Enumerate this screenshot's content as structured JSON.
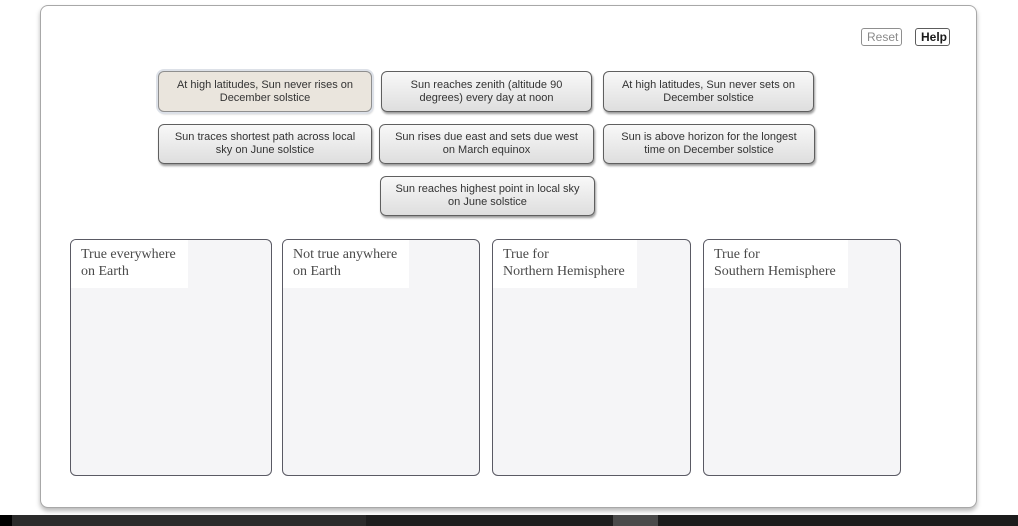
{
  "toolbar": {
    "reset_label": "Reset",
    "help_label": "Help"
  },
  "tiles": [
    {
      "label": "At high latitudes, Sun never rises on December solstice",
      "selected": true
    },
    {
      "label": "Sun reaches zenith (altitude 90 degrees) every day at noon",
      "selected": false
    },
    {
      "label": "At high latitudes, Sun never sets on December solstice",
      "selected": false
    },
    {
      "label": "Sun traces shortest path across local sky on June solstice",
      "selected": false
    },
    {
      "label": "Sun rises due east and sets due west on March equinox",
      "selected": false
    },
    {
      "label": "Sun is above horizon for the longest time on December solstice",
      "selected": false
    },
    {
      "label": "Sun reaches highest point in local sky on June solstice",
      "selected": false
    }
  ],
  "bins": [
    {
      "line1": "True everywhere",
      "line2": "on Earth"
    },
    {
      "line1": "Not true anywhere",
      "line2": "on Earth"
    },
    {
      "line1": "True for",
      "line2": "Northern Hemisphere"
    },
    {
      "line1": "True for",
      "line2": "Southern Hemisphere"
    }
  ],
  "colors": {
    "tile_fill_top": "#f8f8f8",
    "tile_fill_bottom": "#dedede",
    "tile_border": "#5f5f5f",
    "selected_tile_fill": "#eae5dd",
    "bin_fill": "#f5f5f7",
    "bin_border": "#5a5a64",
    "panel_border": "#a8a8a8",
    "taskbar_dark": "#1e1e1e",
    "taskbar_highlight": "#4a4a4a"
  }
}
